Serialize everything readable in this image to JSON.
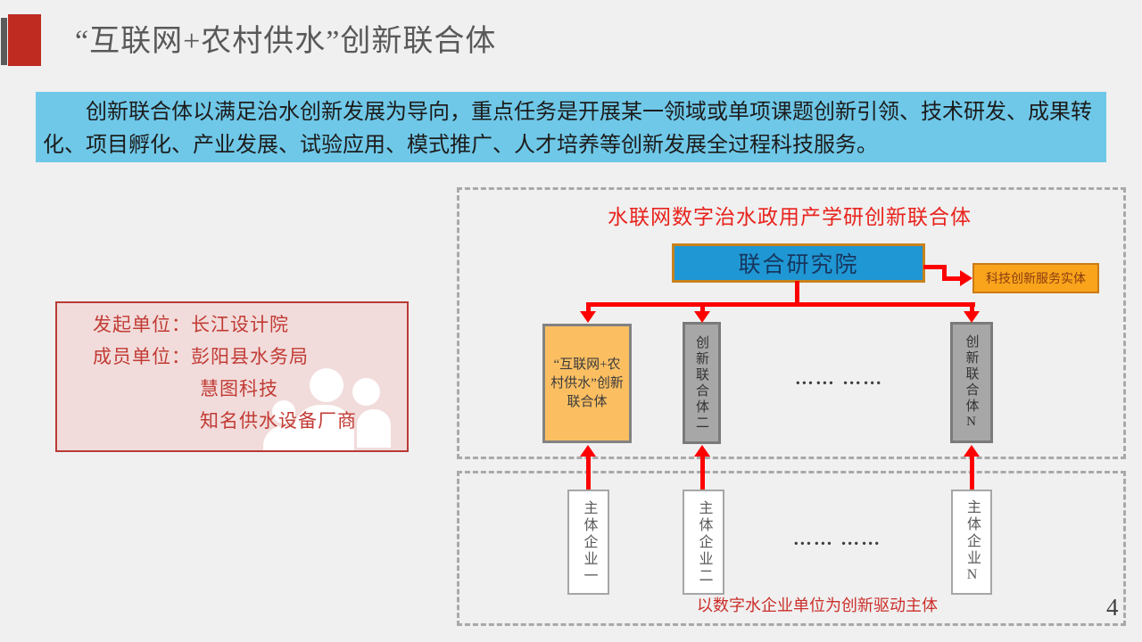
{
  "slide": {
    "title": "“互联网+农村供水”创新联合体",
    "intro": "创新联合体以满足治水创新发展为导向，重点任务是开展某一领域或单项课题创新引领、技术研发、成果转化、项目孵化、产业发展、试验应用、模式推广、人才培养等创新发展全过程科技服务。",
    "page_number": "4"
  },
  "info_box": {
    "lines": [
      "发起单位：长江设计院",
      "成员单位：彭阳县水务局",
      "慧图科技",
      "知名供水设备厂商"
    ],
    "icon": "people-group"
  },
  "diagram": {
    "title": "水联网数字治水政用产学研创新联合体",
    "research_institute": "联合研究院",
    "service_entity": "科技创新服务实体",
    "consortium_boxes": [
      "“互联网+农村供水”创新联合体",
      "创新联合体二",
      "创新联合体N"
    ],
    "enterprise_boxes": [
      "主体企业一",
      "主体企业二",
      "主体企业N"
    ],
    "ellipsis_upper": "……  ……",
    "ellipsis_lower": "……  ……",
    "footnote": "以数字水企业单位为创新驱动主体"
  },
  "palette": {
    "background": "#f0f0f0",
    "banner_blue": "#6fc8e8",
    "title_gray": "#595959",
    "accent_red": "#bf2a21",
    "diagram_title_red": "#e8231d",
    "info_box_fill": "#f1dcdb",
    "info_box_border": "#b93a36",
    "info_text_red": "#c23b35",
    "footnote_red": "#cb2f2a",
    "research_box_blue": "#1f97d4",
    "research_box_border": "#c8821c",
    "research_text_navy": "#17375e",
    "service_box_orange": "#f9a41b",
    "consortium_orange": "#fbbf62",
    "consortium_gray": "#a7a7a7",
    "enterprise_white": "#ffffff",
    "connector_red": "#fe0000",
    "dashed_border_gray": "#a9a9a9"
  }
}
